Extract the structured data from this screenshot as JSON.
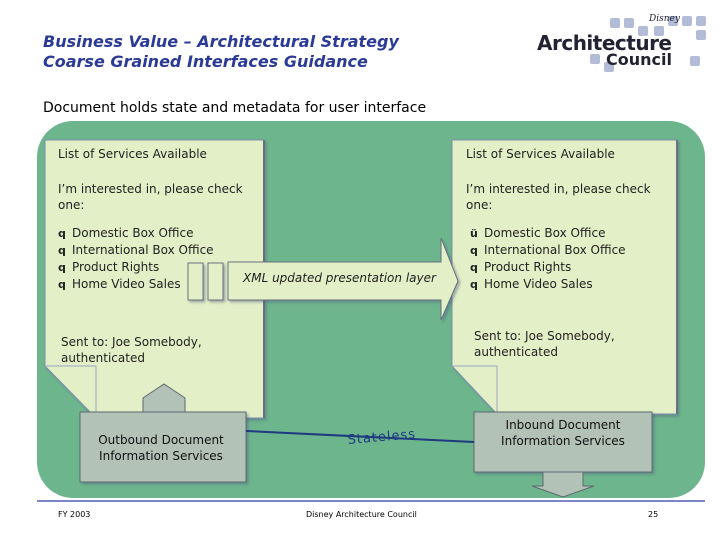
{
  "header": {
    "title_line1": "Business Value – Architectural Strategy",
    "title_line2": "Coarse Grained Interfaces Guidance",
    "logo_main": "Architecture",
    "logo_sub": "Council",
    "logo_brand": "Disney"
  },
  "subtitle": "Document holds state and metadata for user interface",
  "left_doc": {
    "heading": "List of Services Available",
    "prompt": "I’m interested in, please check one:",
    "items": [
      {
        "mark": "q",
        "label": "Domestic Box Office"
      },
      {
        "mark": "q",
        "label": "International Box Office"
      },
      {
        "mark": "q",
        "label": "Product Rights"
      },
      {
        "mark": "q",
        "label": "Home Video Sales"
      }
    ],
    "sent_to": "Sent to: Joe Somebody, authenticated"
  },
  "right_doc": {
    "heading": "List of Services Available",
    "prompt": "I’m interested in, please check one:",
    "items": [
      {
        "mark": "ü",
        "label": "Domestic Box Office"
      },
      {
        "mark": "q",
        "label": "International Box Office"
      },
      {
        "mark": "q",
        "label": "Product Rights"
      },
      {
        "mark": "q",
        "label": "Home Video Sales"
      }
    ],
    "sent_to": "Sent to: Joe Somebody, authenticated"
  },
  "arrow_label": "XML updated presentation layer",
  "outbound_box": "Outbound Document Information Services",
  "inbound_box": "Inbound Document Information Services",
  "stateless_label": "Stateless",
  "footer": {
    "left": "FY 2003",
    "center": "Disney Architecture Council",
    "right": "25"
  },
  "colors": {
    "background_green": "#6db58c",
    "document_fill": "#e3efc6",
    "box_fill": "#b3c2b7",
    "title_blue": "#2b3a97"
  }
}
